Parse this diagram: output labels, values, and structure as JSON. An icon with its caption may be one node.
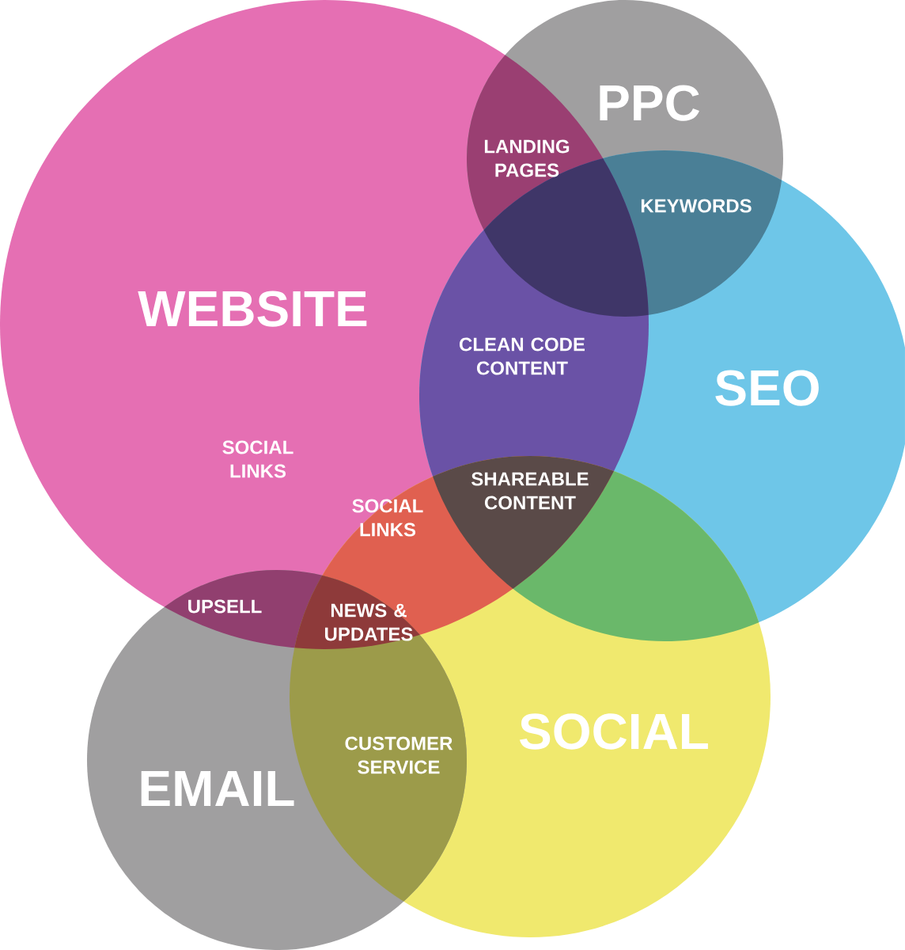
{
  "diagram": {
    "nodes": [
      {
        "text": [
          "WEBSITE"
        ]
      },
      {
        "text": [
          "PPC"
        ]
      },
      {
        "text": [
          "SEO"
        ]
      },
      {
        "text": [
          "SOCIAL"
        ]
      },
      {
        "text": [
          "EMAIL"
        ]
      }
    ],
    "labels": [
      "LANDING PAGES",
      "KEYWORDS",
      "CLEAN CODE CONTENT",
      "SOCIAL LINKS",
      "SHAREABLE CONTENT",
      "SOCIAL LINKS",
      "UPSELL",
      "NEWS & UPDATES",
      "CUSTOMER SERVICE"
    ]
  }
}
